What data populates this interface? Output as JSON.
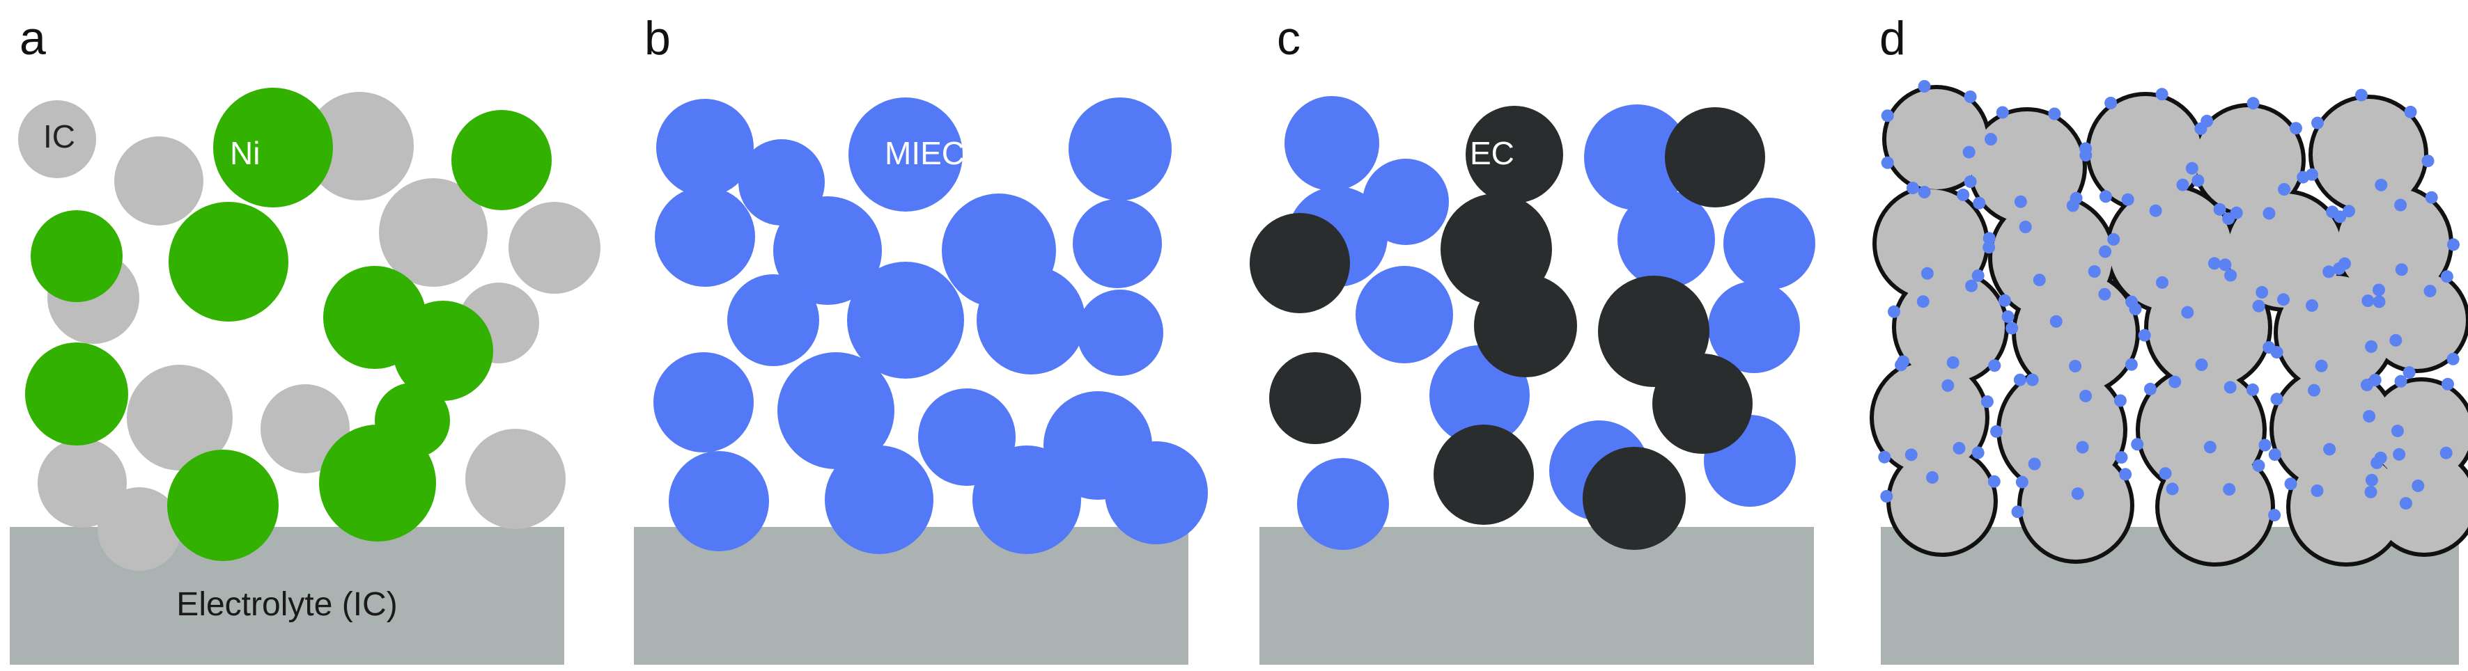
{
  "figure": {
    "panels": [
      {
        "letter": "a",
        "phase_labels": [
          "IC",
          "Ni"
        ],
        "substrate_label": "Electrolyte (IC)",
        "colors": {
          "ic": "#bcbdbc",
          "ni": "#32b100"
        }
      },
      {
        "letter": "b",
        "phase_labels": [
          "MIEC"
        ],
        "substrate_label": "",
        "colors": {
          "miec": "#5479f7"
        }
      },
      {
        "letter": "c",
        "phase_labels": [
          "EC"
        ],
        "substrate_label": "",
        "colors": {
          "ic": "#5479f7",
          "ec": "#2a2d2d"
        }
      },
      {
        "letter": "d",
        "phase_labels": [],
        "substrate_label": "",
        "colors": {
          "backbone": "#bcbdbc",
          "coating": "#111111",
          "nanoparticles": "#5b82f2"
        }
      }
    ],
    "substrate_color": "#aab3b1"
  }
}
